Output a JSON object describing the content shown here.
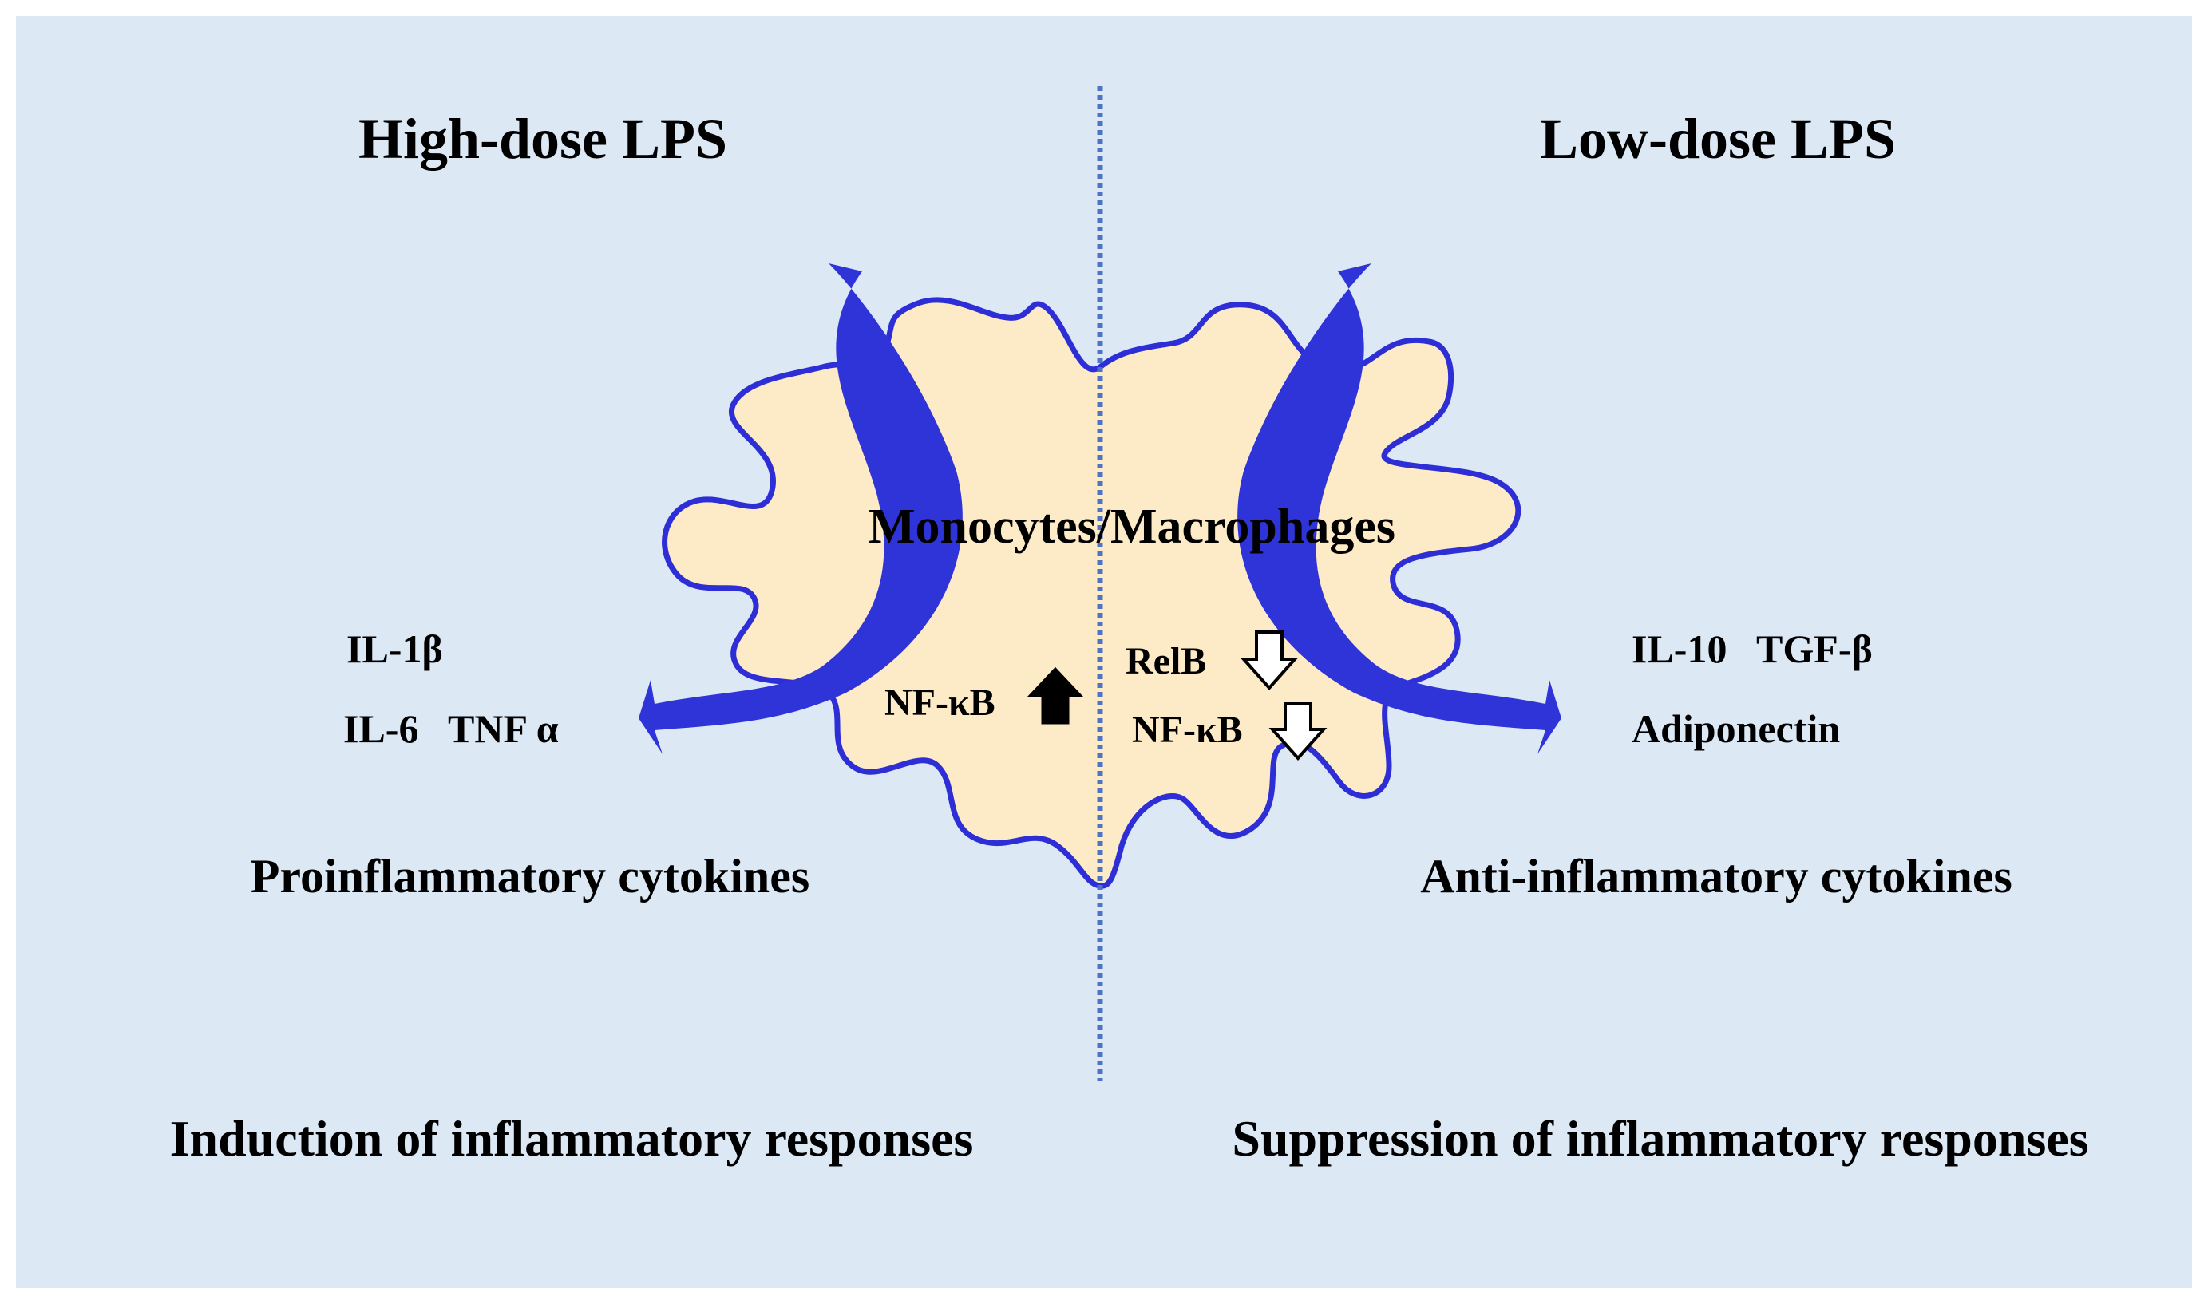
{
  "colors": {
    "background": "#dde8f5",
    "cell_fill": "#fdebc7",
    "cell_outline": "#2e2ed6",
    "arrow": "#2f34d8",
    "divider": "#4f73c4",
    "text": "#000000"
  },
  "left": {
    "heading": "High-dose LPS",
    "cytokine_line1": "IL-1β",
    "cytokine_line2": "IL-6   TNF α",
    "cytokine_group": "Proinflammatory cytokines",
    "outcome": "Induction of inflammatory responses",
    "nfkb_label": "NF-κB",
    "nfkb_arrow": "up-filled-arrow-icon"
  },
  "right": {
    "heading": "Low-dose LPS",
    "cytokine_line1": "IL-10   TGF-β",
    "cytokine_line2": "Adiponectin",
    "cytokine_group": "Anti-inflammatory cytokines",
    "outcome": "Suppression of inflammatory responses",
    "relb_label": "RelB",
    "relb_arrow": "down-outline-arrow-icon",
    "nfkb_label": "NF-κB",
    "nfkb_arrow": "down-outline-arrow-icon"
  },
  "cell_label": "Monocytes/Macrophages"
}
